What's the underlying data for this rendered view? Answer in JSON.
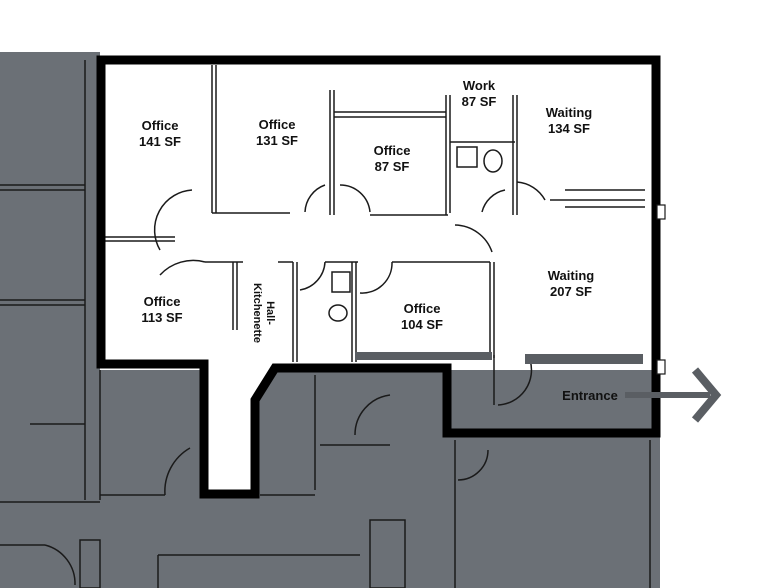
{
  "colors": {
    "background": "#ffffff",
    "neighbor_fill": "#6b7076",
    "outline": "#000000",
    "thin_wall": "#1a1a1a",
    "arrow": "#5a5e63"
  },
  "rooms": [
    {
      "name": "Office",
      "area": "141 SF"
    },
    {
      "name": "Office",
      "area": "131 SF"
    },
    {
      "name": "Office",
      "area": "87 SF"
    },
    {
      "name": "Work",
      "area": "87 SF"
    },
    {
      "name": "Waiting",
      "area": "134 SF"
    },
    {
      "name": "Office",
      "area": "113 SF"
    },
    {
      "name": "Office",
      "area": "104 SF"
    },
    {
      "name": "Waiting",
      "area": "207 SF"
    }
  ],
  "hall": {
    "line1": "Hall-",
    "line2": "Kitchenette"
  },
  "entrance": {
    "label": "Entrance",
    "icon": "arrow-right-icon"
  }
}
